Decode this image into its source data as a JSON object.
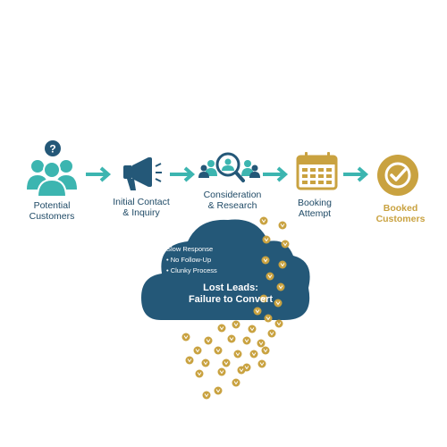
{
  "stages": [
    {
      "line1": "Potential",
      "line2": "Customers",
      "icon": "people-question-icon"
    },
    {
      "line1": "Initial Contact",
      "line2": "& Inquiry",
      "icon": "megaphone-icon"
    },
    {
      "line1": "Consideration",
      "line2": "& Research",
      "icon": "group-search-icon"
    },
    {
      "line1": "Booking",
      "line2": "Attempt",
      "icon": "calendar-icon"
    },
    {
      "line1": "Booked",
      "line2": "Customers",
      "icon": "checkmark-badge-icon"
    }
  ],
  "cloud": {
    "reasons": [
      "Slow Response",
      "• No Follow-Up",
      "• Clunky Process"
    ],
    "title_line1": "Lost Leads:",
    "title_line2": "Failure to Convert"
  },
  "colors": {
    "teal": "#3cb5b0",
    "navy": "#1f4a66",
    "cloud": "#245878",
    "gold": "#c9a240"
  }
}
